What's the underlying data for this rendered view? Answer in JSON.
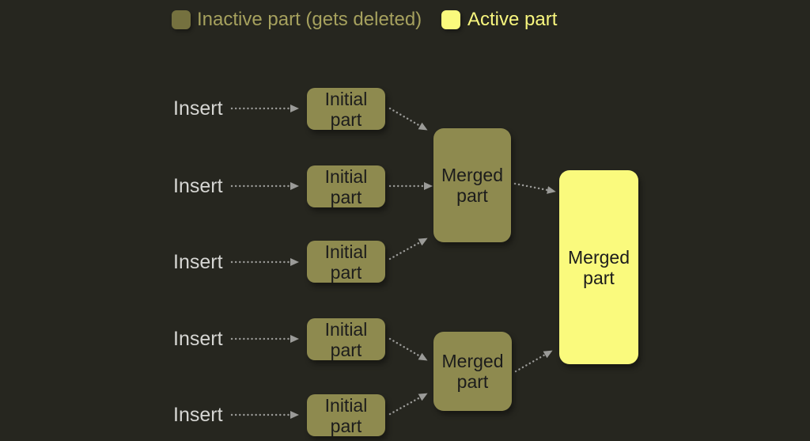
{
  "colors": {
    "bg": "#26261f",
    "inactive-fill": "#8e8a4f",
    "inactive-swatch": "#75713f",
    "active-fill": "#fafa7d",
    "legend-inactive-text": "#a6a15e",
    "legend-active-text": "#f8f67e",
    "insert-text": "#d6d6d3",
    "node-text": "#1c1c1c",
    "arrow": "#9b9b98"
  },
  "legend": {
    "inactive_label": "Inactive part (gets deleted)",
    "active_label": "Active part"
  },
  "diagram": {
    "inserts": [
      "Insert",
      "Insert",
      "Insert",
      "Insert",
      "Insert"
    ],
    "initial_parts": [
      {
        "label": "Initial part"
      },
      {
        "label": "Initial part"
      },
      {
        "label": "Initial part"
      },
      {
        "label": "Initial part"
      },
      {
        "label": "Initial part"
      }
    ],
    "merged_inactive_parts": [
      {
        "label": "Merged part"
      },
      {
        "label": "Merged part"
      }
    ],
    "merged_active_part": {
      "label": "Merged part"
    }
  }
}
